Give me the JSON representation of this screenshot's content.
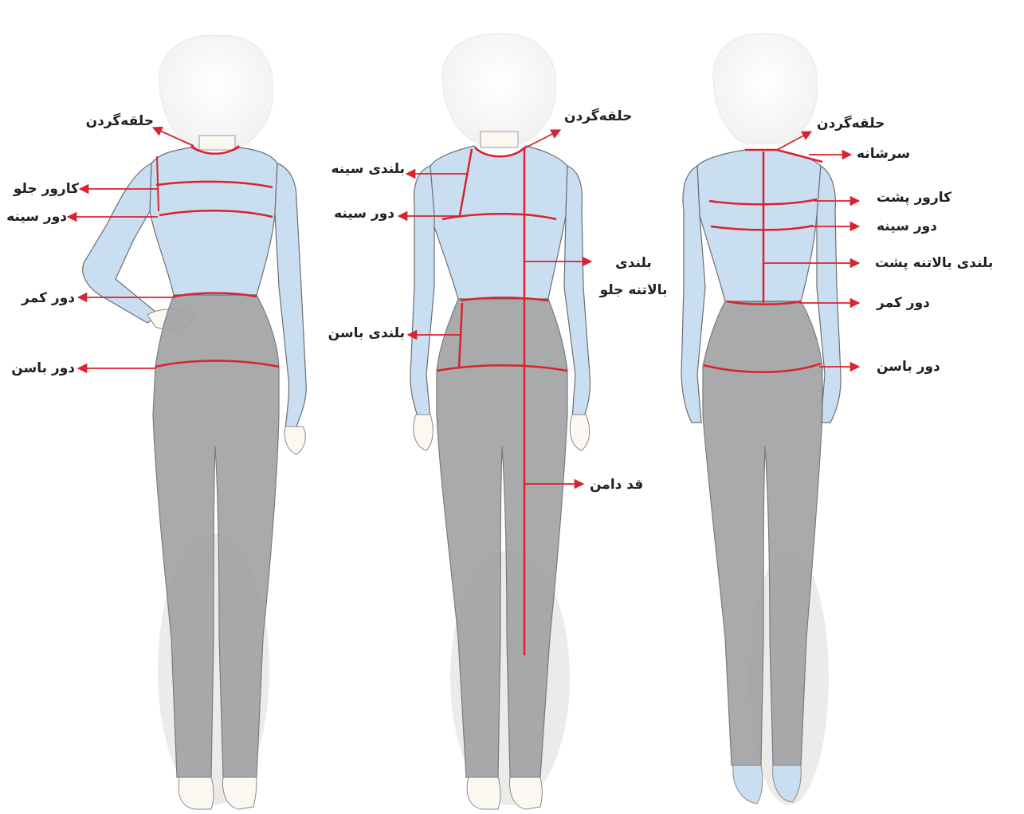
{
  "colors": {
    "background": "#ffffff",
    "shirt_blue": "#c9def1",
    "pants_gray": "#9fa1a4",
    "measure_red": "#d9232d",
    "outline": "#6b6e72",
    "skin": "#fbf7f1",
    "label_text": "#231f20"
  },
  "figures": {
    "front_left": {
      "labels": {
        "neckline": "حلقه‌گردن",
        "front_carrure": "کارور جلو",
        "bust": "دور سینه",
        "waist": "دور کمر",
        "hip": "دور باسن"
      }
    },
    "front_middle": {
      "labels": {
        "neckline": "حلقه‌گردن",
        "bust_height": "بلندی سینه",
        "bust": "دور سینه",
        "front_bodice_length_line1": "بلندی",
        "front_bodice_length_line2": "بالاتنه جلو",
        "hip_height": "بلندی باسن",
        "skirt_length": "قد دامن"
      }
    },
    "back_right": {
      "labels": {
        "neckline": "حلقه‌گردن",
        "shoulder": "سرشانه",
        "back_carrure": "کارور پشت",
        "bust": "دور سینه",
        "back_bodice_length": "بلندی بالاتنه پشت",
        "waist": "دور کمر",
        "hip": "دور باسن"
      }
    }
  }
}
